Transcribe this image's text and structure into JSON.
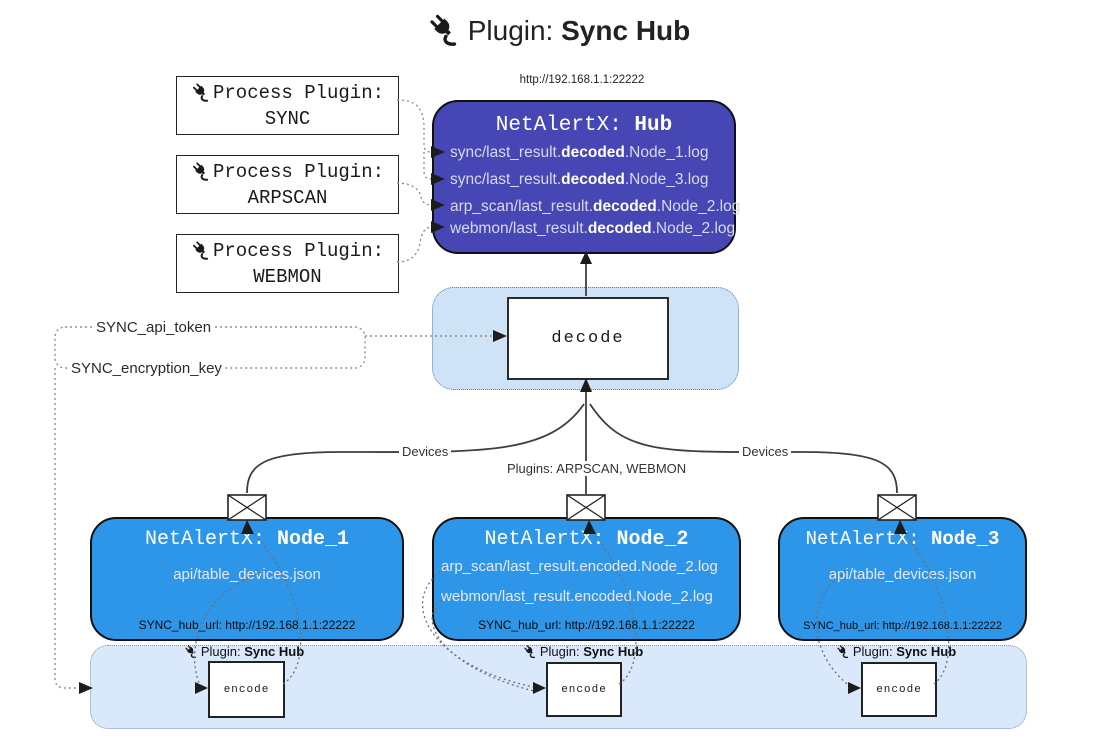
{
  "title": {
    "prefix": "Plugin: ",
    "bold": "Sync Hub"
  },
  "process_plugins": [
    {
      "label": "Process Plugin:",
      "name": "SYNC"
    },
    {
      "label": "Process Plugin:",
      "name": "ARPSCAN"
    },
    {
      "label": "Process Plugin:",
      "name": "WEBMON"
    }
  ],
  "hub": {
    "url": "http://192.168.1.1:22222",
    "title_prefix": "NetAlertX: ",
    "title_bold": "Hub",
    "lines": [
      {
        "pre": "sync/last_result.",
        "bold": "decoded",
        "post": ".Node_1.log"
      },
      {
        "pre": "sync/last_result.",
        "bold": "decoded",
        "post": ".Node_3.log"
      },
      {
        "pre": "arp_scan/last_result.",
        "bold": "decoded",
        "post": ".Node_2.log"
      },
      {
        "pre": "webmon/last_result.",
        "bold": "decoded",
        "post": ".Node_2.log"
      }
    ]
  },
  "decode": {
    "label": "decode"
  },
  "config": {
    "api_token": "SYNC_api_token",
    "encryption_key": "SYNC_encryption_key"
  },
  "edge_labels": {
    "devices_left": "Devices",
    "plugins_mid": "Plugins: ARPSCAN, WEBMON",
    "devices_right": "Devices"
  },
  "nodes": [
    {
      "title_prefix": "NetAlertX: ",
      "title_bold": "Node_1",
      "lines": [
        "api/table_devices.json"
      ],
      "hub_url": "SYNC_hub_url: http://192.168.1.1:22222"
    },
    {
      "title_prefix": "NetAlertX: ",
      "title_bold": "Node_2",
      "lines": [
        "arp_scan/last_result.encoded.Node_2.log",
        "webmon/last_result.encoded.Node_2.log"
      ],
      "hub_url": "SYNC_hub_url: http://192.168.1.1:22222"
    },
    {
      "title_prefix": "NetAlertX: ",
      "title_bold": "Node_3",
      "lines": [
        "api/table_devices.json"
      ],
      "hub_url": "SYNC_hub_url: http://192.168.1.1:22222"
    }
  ],
  "encoders": [
    {
      "label_prefix": "Plugin: ",
      "label_bold": "Sync Hub",
      "box_label": "encode"
    },
    {
      "label_prefix": "Plugin: ",
      "label_bold": "Sync Hub",
      "box_label": "encode"
    },
    {
      "label_prefix": "Plugin: ",
      "label_bold": "Sync Hub",
      "box_label": "encode"
    }
  ],
  "icons": {
    "plug": "plug-icon",
    "envelope": "envelope-icon"
  },
  "colors": {
    "hub_fill": "#4646b4",
    "node_fill": "#2e96e8",
    "decode_panel_fill": "#cfe3f7",
    "encode_panel_fill": "#d9e8fa",
    "dotted_panel_border": "#4f81bd",
    "box_border": "#101010"
  }
}
